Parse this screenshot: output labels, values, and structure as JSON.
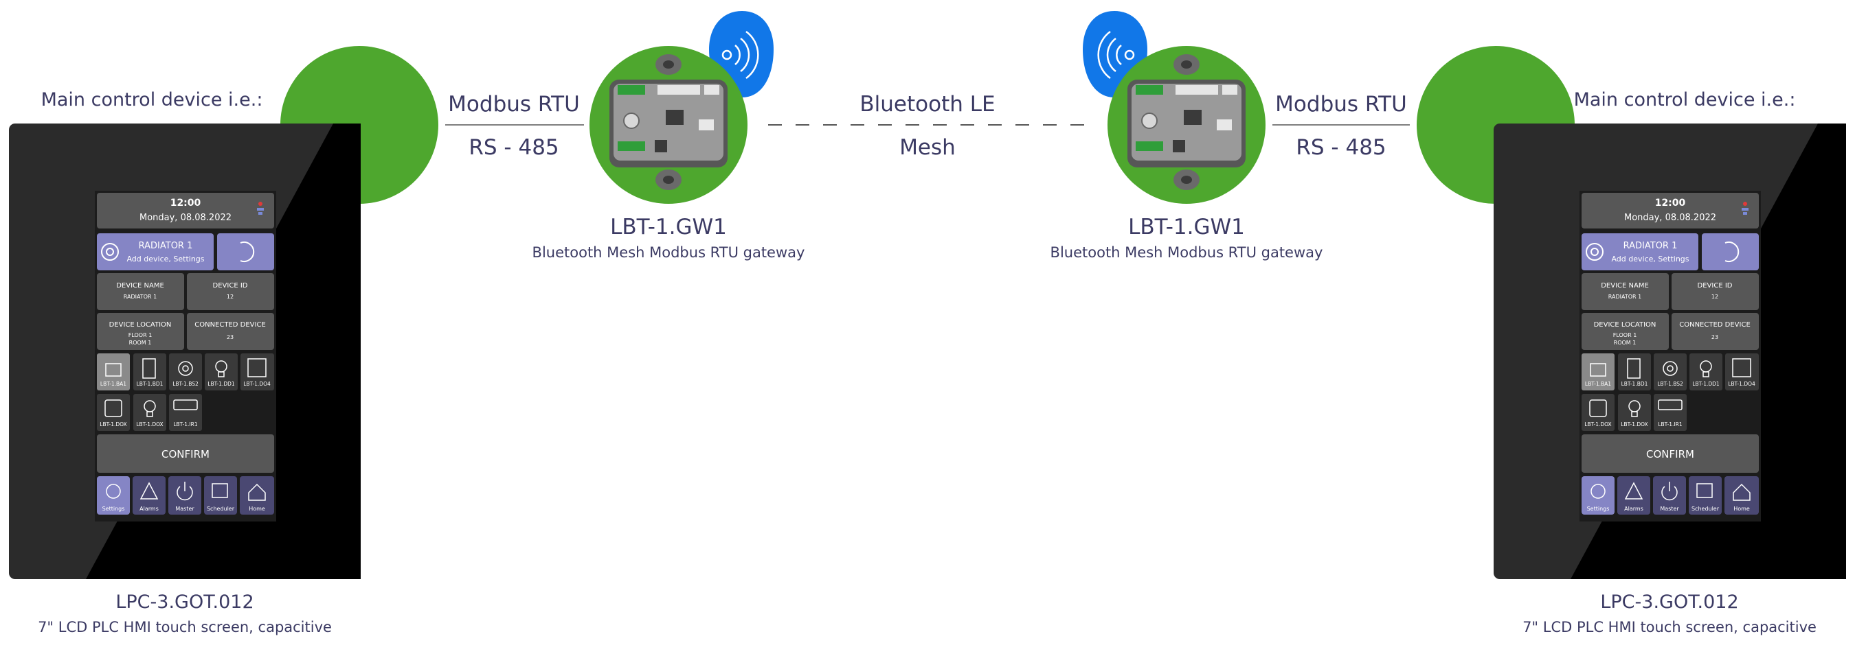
{
  "colors": {
    "green": "#4ea72e",
    "bluetooth_blue": "#1177e8",
    "text": "#3b3a63",
    "hmi_frame": "#2b2b2b",
    "hmi_tile": "#575757",
    "hmi_accent": "#8585c5",
    "hmi_nav": "#4a4872"
  },
  "left": {
    "caption": "Main control device i.e.:",
    "model": "LPC-3.GOT.012",
    "description": "7\" LCD PLC HMI touch screen, capacitive",
    "link_top": "Modbus RTU",
    "link_bottom": "RS - 485"
  },
  "right": {
    "caption": "Main control device i.e.:",
    "model": "LPC-3.GOT.012",
    "description": "7\" LCD PLC HMI touch screen, capacitive",
    "link_top": "Modbus RTU",
    "link_bottom": "RS - 485"
  },
  "gateway_left": {
    "model": "LBT-1.GW1",
    "description": "Bluetooth Mesh Modbus RTU gateway",
    "icon": "bluetooth-signal-icon"
  },
  "gateway_right": {
    "model": "LBT-1.GW1",
    "description": "Bluetooth Mesh Modbus RTU gateway",
    "icon": "bluetooth-signal-icon"
  },
  "wireless_link": {
    "top": "Bluetooth LE",
    "bottom": "Mesh"
  },
  "hmi_screen": {
    "time": "12:00",
    "date": "Monday, 08.08.2022",
    "radiator_title": "RADIATOR 1",
    "radiator_sub": "Add device, Settings",
    "device_name_label": "DEVICE NAME",
    "device_name_value": "RADIATOR 1",
    "device_id_label": "DEVICE ID",
    "device_id_value": "12",
    "device_location_label": "DEVICE LOCATION",
    "device_location_floor": "FLOOR 1",
    "device_location_room": "ROOM 1",
    "connected_device_label": "CONNECTED DEVICE",
    "connected_device_value": "23",
    "device_row1": [
      "LBT-1.BA1",
      "LBT-1.BD1",
      "LBT-1.BS2",
      "LBT-1.DD1",
      "LBT-1.DO4"
    ],
    "device_row2": [
      "LBT-1.DOX",
      "LBT-1.DOX",
      "LBT-1.IR1"
    ],
    "confirm": "CONFIRM",
    "nav": [
      "Settings",
      "Alarms",
      "Master",
      "Scheduler",
      "Home"
    ]
  }
}
